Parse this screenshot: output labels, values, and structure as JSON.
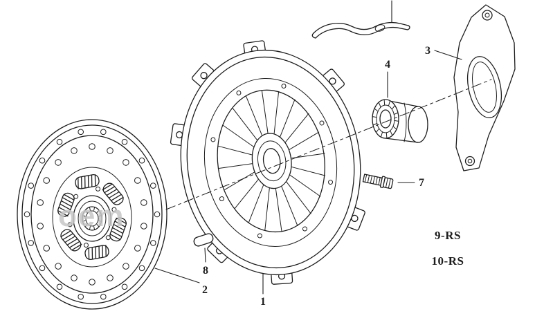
{
  "diagram": {
    "colors": {
      "ink": "#1c1c1c",
      "paper": "#ffffff",
      "watermark": "#c6c6c6"
    },
    "watermark": "oem",
    "callouts": {
      "c1": "1",
      "c2": "2",
      "c3": "3",
      "c4": "4",
      "c7": "7",
      "c8": "8"
    },
    "variant_labels": {
      "rs9": "9-RS",
      "rs10": "10-RS"
    }
  }
}
